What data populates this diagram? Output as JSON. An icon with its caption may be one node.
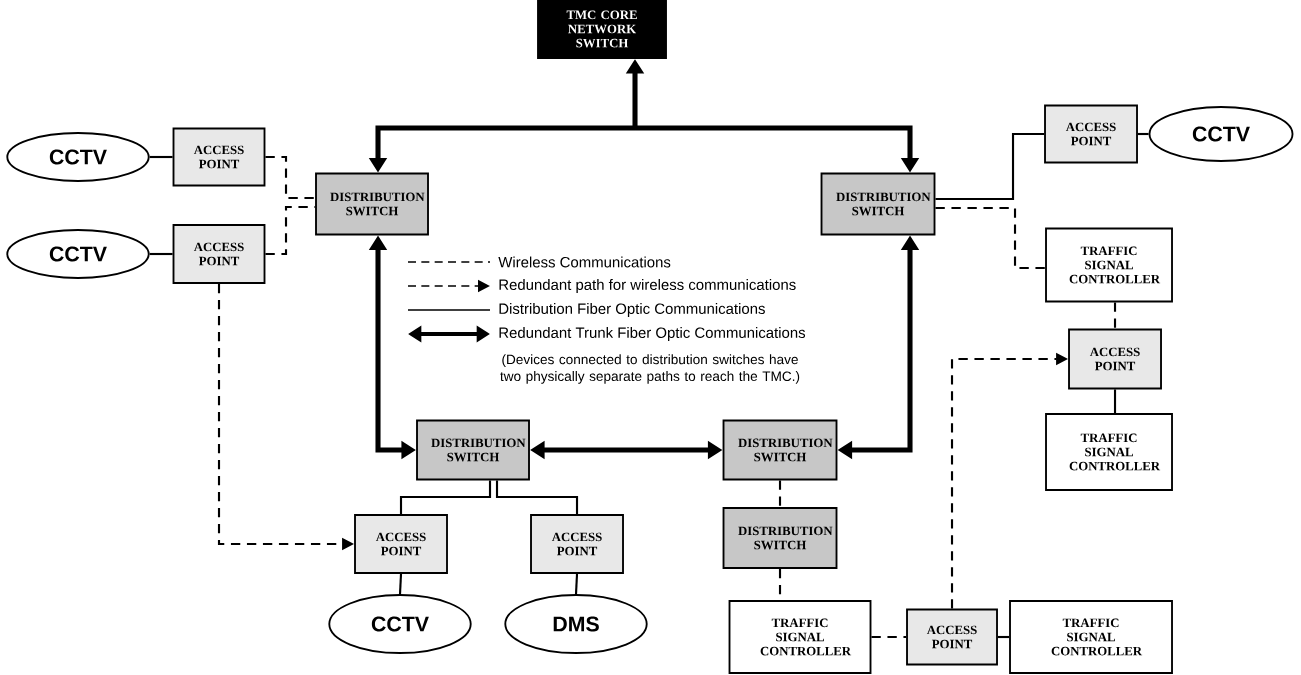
{
  "diagram": {
    "nodes": [
      {
        "text": [
          "TMC CORE NETWORK SWITCH"
        ]
      },
      {
        "text": [
          "DISTRIBUTION SWITCH"
        ]
      },
      {
        "text": [
          "DISTRIBUTION SWITCH"
        ]
      },
      {
        "text": [
          "DISTRIBUTION SWITCH"
        ]
      },
      {
        "text": [
          "DISTRIBUTION SWITCH"
        ]
      },
      {
        "text": [
          "DISTRIBUTION SWITCH"
        ]
      },
      {
        "text": [
          "ACCESS POINT"
        ]
      },
      {
        "text": [
          "ACCESS POINT"
        ]
      },
      {
        "text": [
          "CCTV"
        ]
      },
      {
        "text": [
          "CCTV"
        ]
      },
      {
        "text": [
          "ACCESS POINT"
        ]
      },
      {
        "text": [
          "CCTV"
        ]
      },
      {
        "text": [
          "TRAFFIC SIGNAL CONTROLLER"
        ]
      },
      {
        "text": [
          "ACCESS POINT"
        ]
      },
      {
        "text": [
          "TRAFFIC SIGNAL CONTROLLER"
        ]
      },
      {
        "text": [
          "ACCESS POINT"
        ]
      },
      {
        "text": [
          "ACCESS POINT"
        ]
      },
      {
        "text": [
          "CCTV"
        ]
      },
      {
        "text": [
          "DMS"
        ]
      },
      {
        "text": [
          "TRAFFIC SIGNAL CONTROLLER"
        ]
      },
      {
        "text": [
          "ACCESS POINT"
        ]
      },
      {
        "text": [
          "TRAFFIC SIGNAL CONTROLLER"
        ]
      }
    ],
    "edges": [
      {
        "from": 0,
        "to": 1,
        "arrow": "both",
        "style": "thick"
      },
      {
        "from": 0,
        "to": 2,
        "arrow": "both",
        "style": "thick"
      },
      {
        "from": 1,
        "to": 3,
        "arrow": "both",
        "style": "thick"
      },
      {
        "from": 3,
        "to": 4,
        "arrow": "both",
        "style": "thick"
      },
      {
        "from": 2,
        "to": 4,
        "arrow": "both",
        "style": "thick"
      },
      {
        "from": 8,
        "to": 6,
        "arrow": "none"
      },
      {
        "from": 9,
        "to": 7,
        "arrow": "none"
      },
      {
        "from": 6,
        "to": 1,
        "arrow": "none",
        "style": "dashed"
      },
      {
        "from": 7,
        "to": 1,
        "arrow": "none",
        "style": "dashed"
      },
      {
        "from": 7,
        "to": 15,
        "arrow": "to",
        "style": "dashed"
      },
      {
        "from": 3,
        "to": 15,
        "arrow": "none"
      },
      {
        "from": 3,
        "to": 16,
        "arrow": "none"
      },
      {
        "from": 15,
        "to": 17,
        "arrow": "none"
      },
      {
        "from": 16,
        "to": 18,
        "arrow": "none"
      },
      {
        "from": 2,
        "to": 10,
        "arrow": "none"
      },
      {
        "from": 10,
        "to": 11,
        "arrow": "none"
      },
      {
        "from": 2,
        "to": 12,
        "arrow": "none",
        "style": "dashed"
      },
      {
        "from": 12,
        "to": 13,
        "arrow": "none",
        "style": "dashed"
      },
      {
        "from": 13,
        "to": 14,
        "arrow": "none"
      },
      {
        "from": 4,
        "to": 5,
        "arrow": "none",
        "style": "dashed"
      },
      {
        "from": 5,
        "to": 19,
        "arrow": "none",
        "style": "dashed"
      },
      {
        "from": 19,
        "to": 20,
        "arrow": "none",
        "style": "dashed"
      },
      {
        "from": 20,
        "to": 21,
        "arrow": "none"
      },
      {
        "from": 20,
        "to": 13,
        "arrow": "to",
        "style": "dashed"
      }
    ],
    "labels": [
      "(Devices connected to distribution switches have two physically separate paths to reach the TMC.)"
    ],
    "legend": [
      {
        "text": "Wireless Communications"
      },
      {
        "text": "Redundant path for wireless communications"
      },
      {
        "text": "Distribution Fiber Optic Communications"
      },
      {
        "text": "Redundant Trunk Fiber Optic Communications"
      }
    ]
  }
}
